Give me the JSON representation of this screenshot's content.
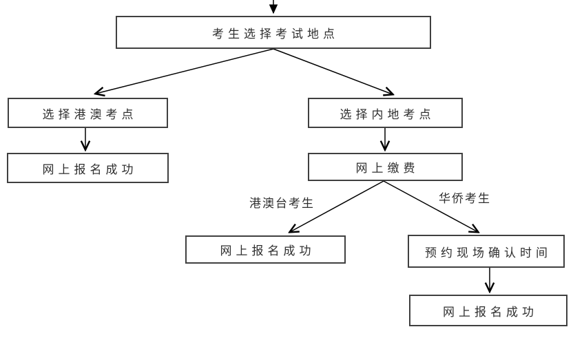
{
  "flowchart": {
    "nodes": {
      "start": {
        "label": "考生选择考试地点"
      },
      "hk_macau_site": {
        "label": "选择港澳考点"
      },
      "hk_macau_success": {
        "label": "网上报名成功"
      },
      "mainland_site": {
        "label": "选择内地考点"
      },
      "online_payment": {
        "label": "网上缴费"
      },
      "hmt_success": {
        "label": "网上报名成功"
      },
      "appointment": {
        "label": "预约现场确认时间"
      },
      "overseas_success": {
        "label": "网上报名成功"
      }
    },
    "edge_labels": {
      "hmt_candidates": "港澳台考生",
      "overseas_candidates": "华侨考生"
    },
    "colors": {
      "box_border": "#3f3f3f",
      "arrow": "#000000",
      "text": "#2e2e2e",
      "background": "#ffffff"
    }
  }
}
